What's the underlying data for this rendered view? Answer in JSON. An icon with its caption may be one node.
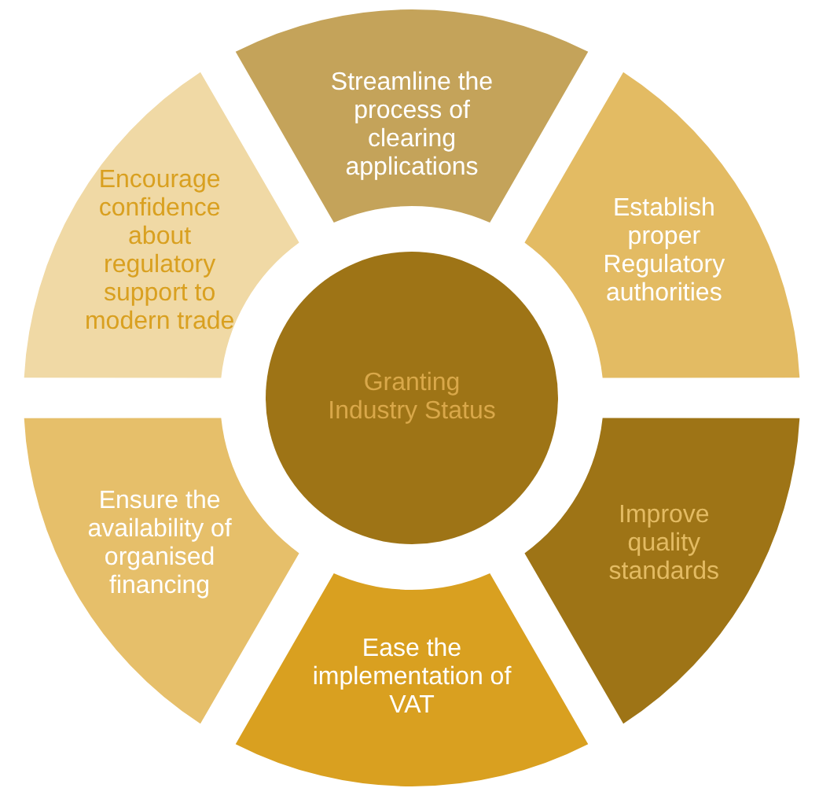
{
  "diagram": {
    "nodes": [
      {
        "text": [
          "Streamline the process of clearing applications"
        ]
      },
      {
        "text": [
          "Establish proper Regulatory authorities"
        ]
      },
      {
        "text": [
          "Improve quality standards"
        ]
      },
      {
        "text": [
          "Ease the implementation of VAT"
        ]
      },
      {
        "text": [
          "Ensure the availability of organised financing"
        ]
      },
      {
        "text": [
          "Encourage confidence about regulatory support to modern trade"
        ]
      },
      {
        "text": [
          "Granting Industry Status"
        ]
      }
    ]
  }
}
